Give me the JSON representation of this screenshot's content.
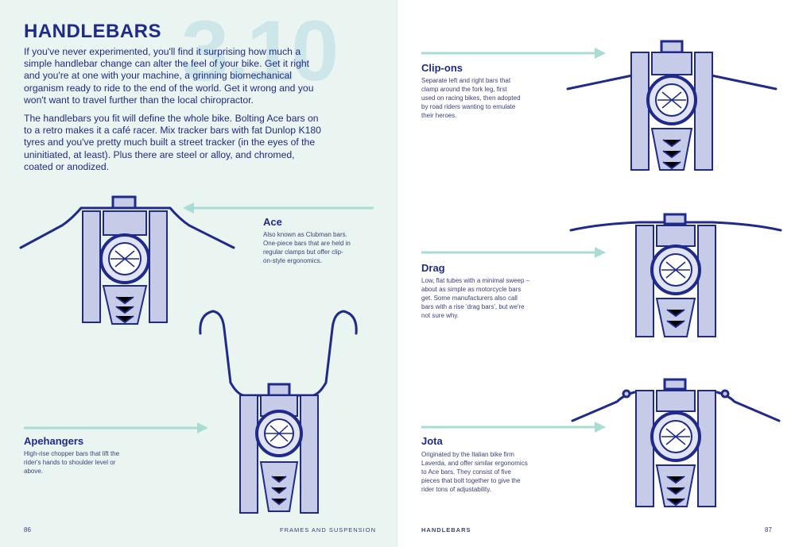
{
  "left_page": {
    "chapter_number": "3.10",
    "title": "HANDLEBARS",
    "intro_paragraphs": [
      "If you've never experimented, you'll find it surprising how much a simple handlebar change can alter the feel of your bike. Get it right and you're at one with your machine, a grinning biomechanical organism ready to ride to the end of the world. Get it wrong and you won't want to travel further than the local chiropractor.",
      "The handlebars you fit will define the whole bike. Bolting Ace bars on to a retro makes it a café racer. Mix tracker bars with fat Dunlop K180 tyres and you've pretty much built a street tracker (in the eyes of the uninitiated, at least). Plus there are steel or alloy, and chromed, coated or anodized."
    ],
    "ace": {
      "label": "Ace",
      "desc": "Also known as Clubman bars. One-piece bars that are held in regular clamps but offer clip-on-style ergonomics."
    },
    "apehangers": {
      "label": "Apehangers",
      "desc": "High-rise chopper bars that lift the rider's hands to shoulder level or above."
    },
    "folio": {
      "page_number": "86",
      "running_head": "FRAMES AND SUSPENSION"
    }
  },
  "right_page": {
    "clipons": {
      "label": "Clip-ons",
      "desc": "Separate left and right bars that clamp around the fork leg, first used on racing bikes, then adopted by road riders wanting to emulate their heroes."
    },
    "drag": {
      "label": "Drag",
      "desc": "Low, flat tubes with a minimal sweep – about as simple as motorcycle bars get. Some manufacturers also call bars with a rise 'drag bars', but we're not sure why."
    },
    "jota": {
      "label": "Jota",
      "desc": "Originated by the Italian bike firm Laverda, and offer similar ergonomics to Ace bars. They consist of five pieces that bolt together to give the rider tons of adjustability."
    },
    "folio": {
      "running_head": "HANDLEBARS",
      "page_number": "87"
    }
  },
  "colors": {
    "ink": "#1f2a8a",
    "arrow_mint": "#a9dcd2",
    "left_page_bg": "#eaf5f2",
    "chapter_number_tint": "#cde6ea"
  }
}
